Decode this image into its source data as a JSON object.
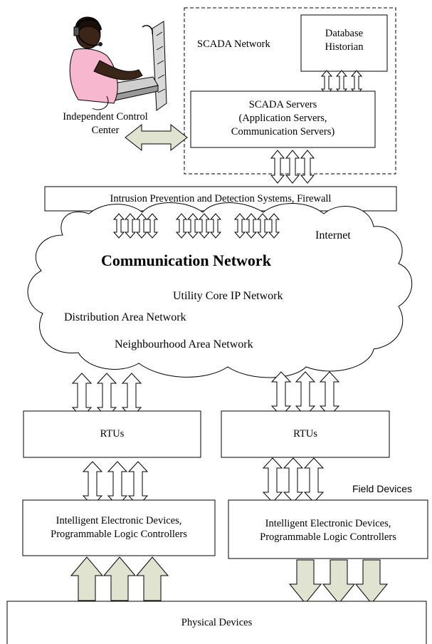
{
  "diagram": {
    "scada_network_label": "SCADA Network",
    "database_historian": "Database\nHistorian",
    "scada_servers": "SCADA Servers\n(Application Servers,\nCommunication Servers)",
    "control_center": "Independent Control\nCenter",
    "firewall": "Intrusion Prevention and Detection Systems, Firewall",
    "internet": "Internet",
    "comm_network": "Communication Network",
    "utility_core": "Utility Core IP Network",
    "distribution_area": "Distribution Area Network",
    "neighbourhood_area": "Neighbourhood Area Network",
    "rtu_left": "RTUs",
    "rtu_right": "RTUs",
    "field_devices": "Field Devices",
    "ied_left": "Intelligent Electronic Devices,\nProgrammable Logic Controllers",
    "ied_right": "Intelligent Electronic Devices,\nProgrammable Logic Controllers",
    "physical_devices": "Physical Devices"
  },
  "colors": {
    "arrow_fill_green": "#dfe3cf",
    "operator_shirt": "#f7b8cf",
    "operator_skin": "#3b2418",
    "stroke": "#000000"
  },
  "icons": {
    "operator": "operator-at-console-icon"
  }
}
